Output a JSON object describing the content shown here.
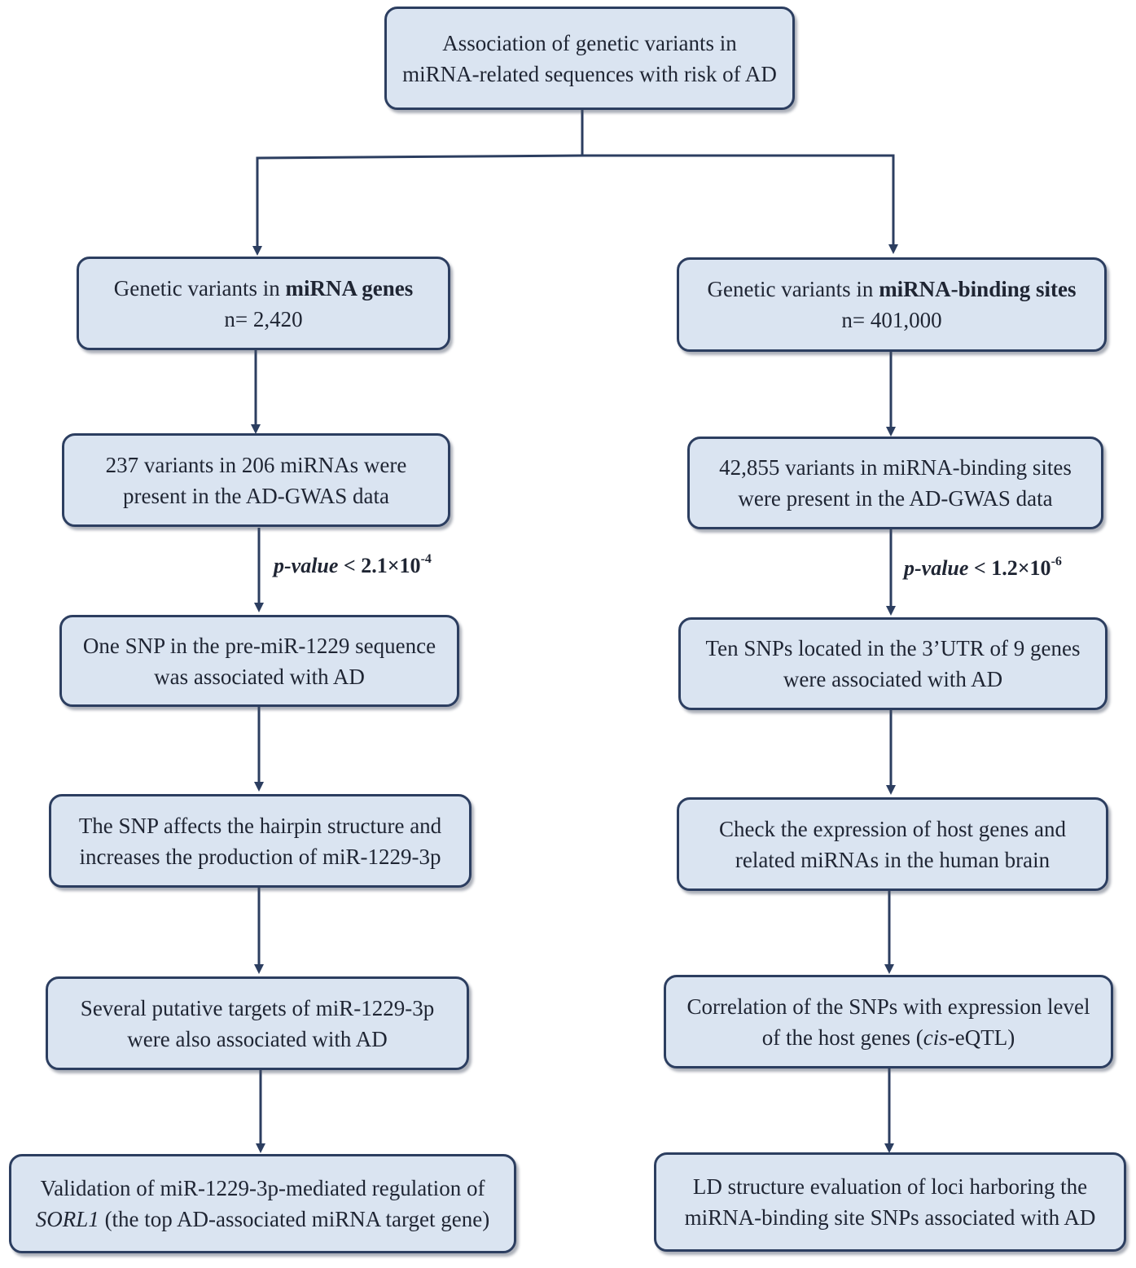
{
  "top": {
    "line1": "Association of genetic variants in",
    "line2": "miRNA-related sequences with risk of AD"
  },
  "left": {
    "header": {
      "prefix": "Genetic variants in ",
      "bold": "miRNA genes",
      "count": "n= 2,420"
    },
    "present": {
      "line1": "237 variants in 206 miRNAs were",
      "line2": "present in the AD-GWAS data"
    },
    "pvalue": {
      "label": "p-value",
      "op": " < 2.1×10",
      "exp": "-4"
    },
    "snp": {
      "line1": "One SNP in the pre-miR-1229 sequence",
      "line2": "was associated with AD"
    },
    "hairpin": {
      "line1": "The SNP affects the hairpin structure and",
      "line2": "increases the production of miR-1229-3p"
    },
    "targets": {
      "line1": "Several putative targets of miR-1229-3p",
      "line2": "were also associated with AD"
    },
    "validation": {
      "line1": "Validation of miR-1229-3p-mediated regulation of",
      "gene": "SORL1",
      "line2_rest": " (the top AD-associated miRNA target gene)"
    }
  },
  "right": {
    "header": {
      "prefix": "Genetic variants in ",
      "bold": "miRNA-binding sites",
      "count": "n= 401,000"
    },
    "present": {
      "line1": "42,855 variants in miRNA-binding sites",
      "line2": "were present in the AD-GWAS data"
    },
    "pvalue": {
      "label": "p-value",
      "op": " < 1.2×10",
      "exp": "-6"
    },
    "snps": {
      "line1": "Ten SNPs located in the 3’UTR of 9 genes",
      "line2": "were associated with AD"
    },
    "expression": {
      "line1": "Check the expression of host genes and",
      "line2": "related miRNAs in the human brain"
    },
    "correlation": {
      "line1": "Correlation of the SNPs with expression level",
      "line2_pre": "of the host genes (",
      "cis": "cis",
      "line2_post": "-eQTL)"
    },
    "ld": {
      "line1": "LD structure evaluation of loci harboring the",
      "line2": "miRNA-binding site SNPs associated with AD"
    }
  },
  "colors": {
    "box_fill": "#dae4f1",
    "box_border": "#2c3e60",
    "connector": "#2c3e60"
  }
}
